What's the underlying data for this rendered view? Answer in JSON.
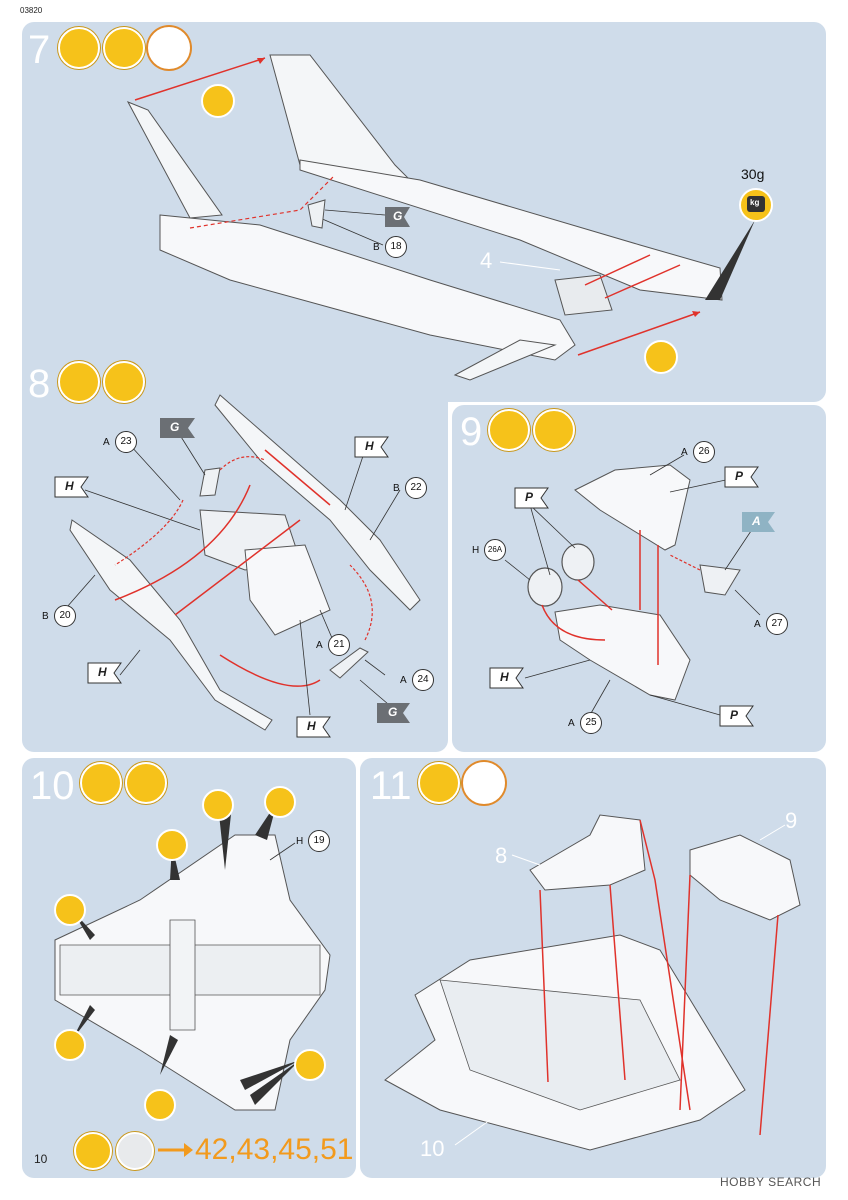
{
  "header": {
    "doc_code": "03820"
  },
  "footer": {
    "page_number": "10",
    "refs": "42,43,45,51",
    "watermark": "HOBBY SEARCH"
  },
  "colors": {
    "panel": "#cfdcea",
    "accent": "#f6c21a",
    "arrow": "#e0322b",
    "ref_text": "#f29a1d"
  },
  "step7": {
    "number": "7",
    "icons": [
      "glue-tube-icon",
      "paint-brush-icon",
      "clock-icon"
    ],
    "weight_label": "30g",
    "kg_label": "kg",
    "part_label": "4",
    "flag": "G",
    "callouts": [
      {
        "letter": "B",
        "num": "18"
      }
    ]
  },
  "step8": {
    "number": "8",
    "icons": [
      "glue-tube-icon",
      "paint-brush-icon"
    ],
    "flags": [
      "G",
      "H",
      "H",
      "H",
      "H",
      "G"
    ],
    "callouts": [
      {
        "letter": "A",
        "num": "23"
      },
      {
        "letter": "B",
        "num": "22"
      },
      {
        "letter": "B",
        "num": "20"
      },
      {
        "letter": "A",
        "num": "21"
      },
      {
        "letter": "A",
        "num": "24"
      }
    ]
  },
  "step9": {
    "number": "9",
    "icons": [
      "glue-drop-icon",
      "paint-brush-icon"
    ],
    "flags": [
      "P",
      "P",
      "A",
      "H",
      "P"
    ],
    "callouts": [
      {
        "letter": "A",
        "num": "26"
      },
      {
        "letter": "H",
        "num": "26A"
      },
      {
        "letter": "A",
        "num": "27"
      },
      {
        "letter": "A",
        "num": "25"
      }
    ]
  },
  "step10": {
    "number": "10",
    "icons": [
      "drill-icon",
      "knife-icon"
    ],
    "callouts": [
      {
        "letter": "H",
        "num": "19"
      }
    ]
  },
  "step11": {
    "number": "11",
    "icons": [
      "glue-drop-icon",
      "clock-icon"
    ],
    "labels": [
      "8",
      "9",
      "10"
    ]
  }
}
